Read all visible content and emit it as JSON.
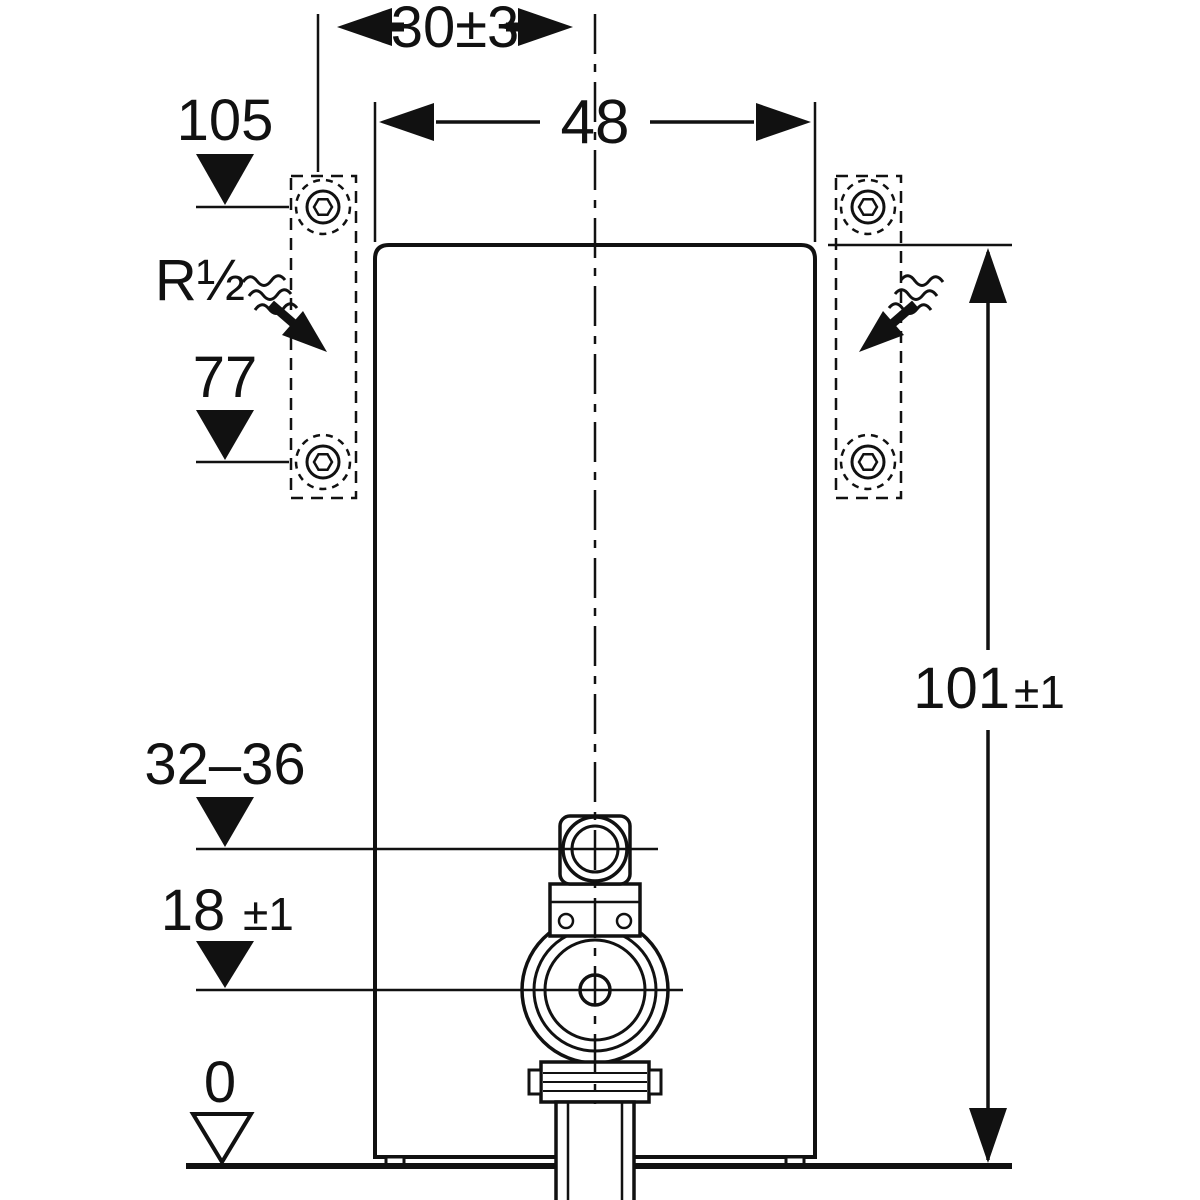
{
  "diagram": {
    "type": "technical-installation-drawing",
    "labels": {
      "top_offset": "30±3",
      "module_width": "48",
      "supply_height": "105",
      "supply_thread": "R½",
      "bracket_height": "77",
      "outlet_range": "32–36",
      "outlet_height_main": "18",
      "outlet_height_tol": "±1",
      "floor_level": "0",
      "module_height_main": "101",
      "module_height_tol": "±1"
    },
    "colors": {
      "line": "#111111",
      "background": "#ffffff"
    }
  }
}
